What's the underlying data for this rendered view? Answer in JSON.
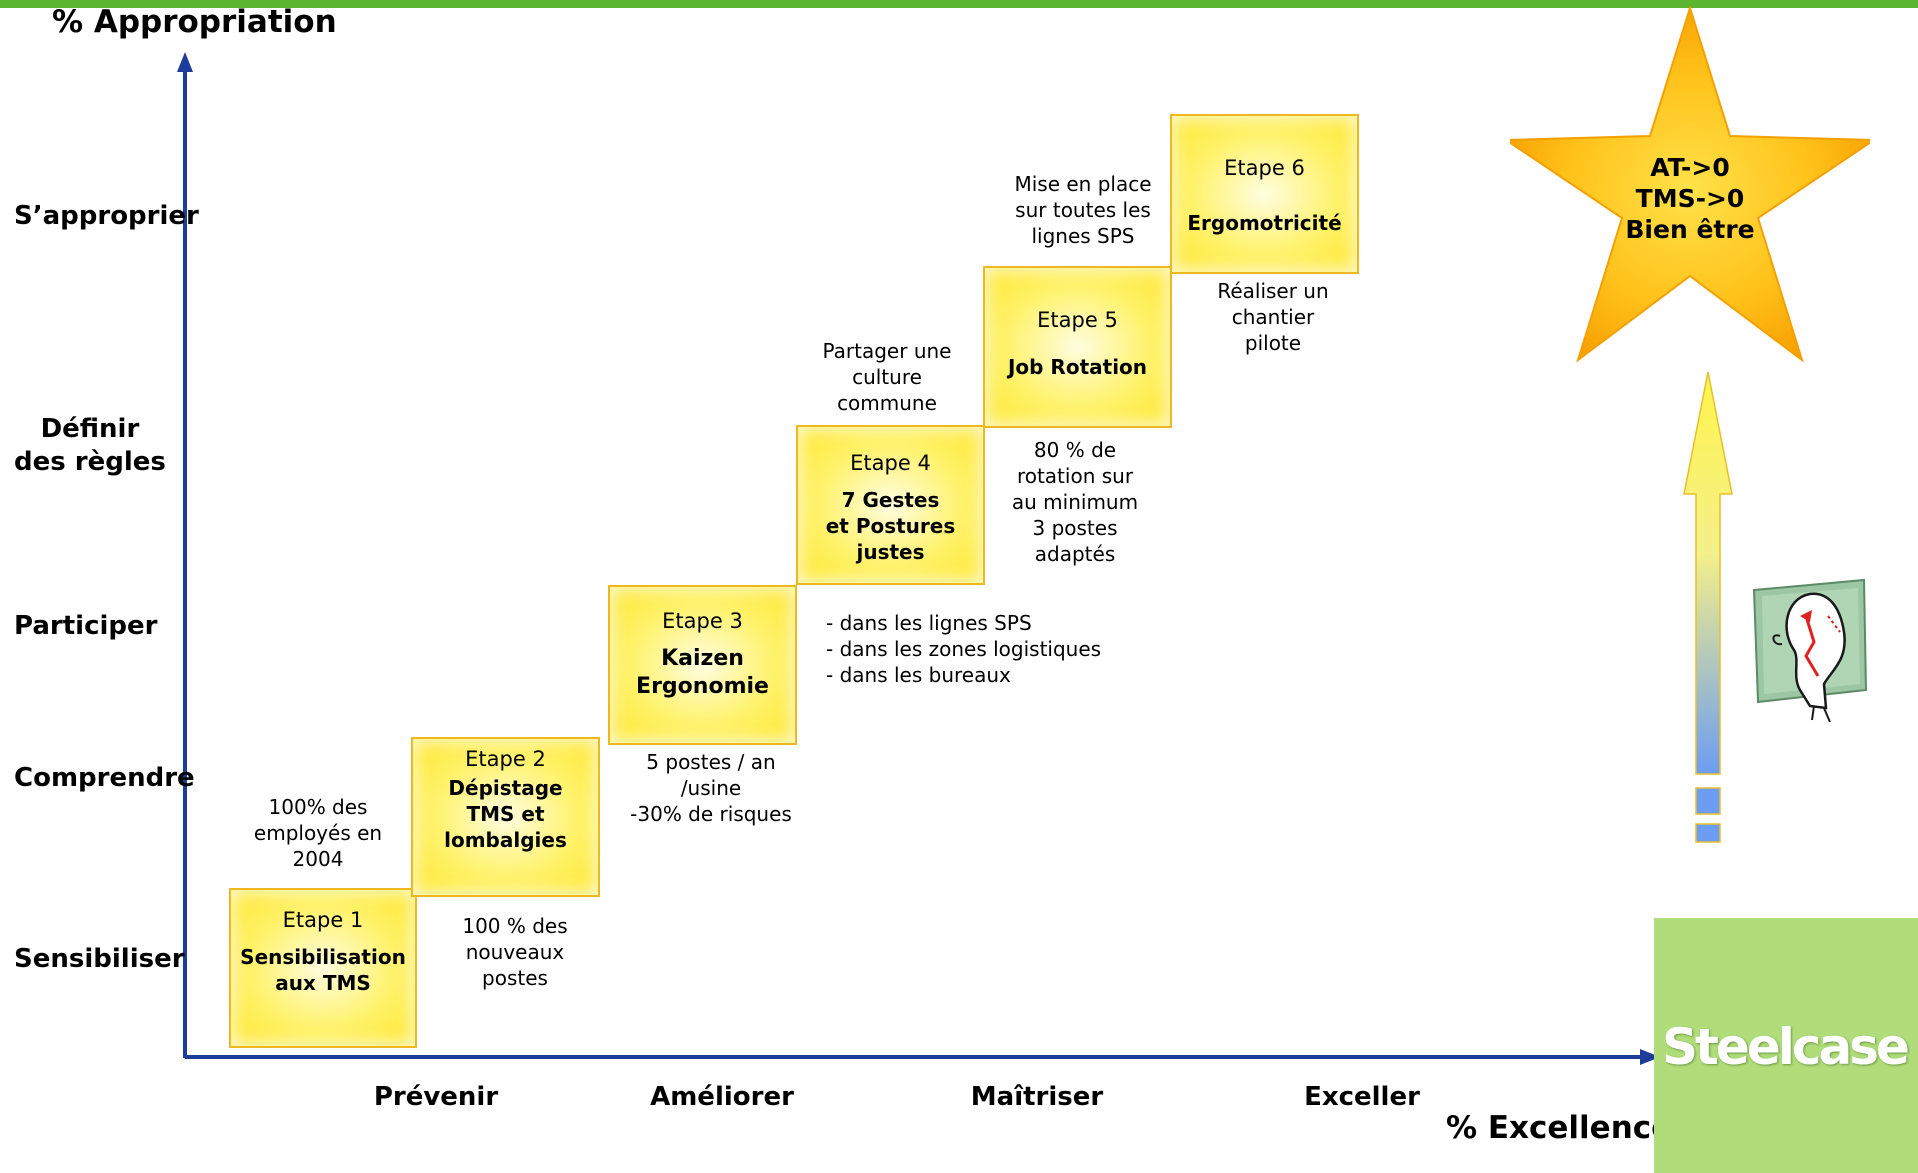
{
  "colors": {
    "top_bar": "#5cb531",
    "axis": "#1e3c9a",
    "box_border": "#f0b820",
    "box_fill": "#ffef50",
    "star_fill": "#ffc21a",
    "logo_bg": "#b0dc7a"
  },
  "axes": {
    "y_title": "% Appropriation",
    "x_title": "% Excellence",
    "y_levels": [
      "Sensibiliser",
      "Comprendre",
      "Participer",
      "Définir\ndes règles",
      "S’approprier"
    ],
    "x_levels": [
      "Prévenir",
      "Améliorer",
      "Maîtriser",
      "Exceller"
    ]
  },
  "steps": [
    {
      "etape": "Etape 1",
      "name": "Sensibilisation\naux TMS"
    },
    {
      "etape": "Etape 2",
      "name": "Dépistage\nTMS et\nlombalgies"
    },
    {
      "etape": "Etape 3",
      "name": "Kaizen\nErgonomie"
    },
    {
      "etape": "Etape 4",
      "name": "7 Gestes\net Postures\njustes"
    },
    {
      "etape": "Etape 5",
      "name": "Job Rotation"
    },
    {
      "etape": "Etape 6",
      "name": "Ergomotricité"
    }
  ],
  "notes": {
    "n1": "100% des\nemployés en\n2004",
    "n2": "100 % des\nnouveaux\npostes",
    "n3": "5 postes / an\n/usine\n-30% de risques",
    "n4": "- dans les lignes SPS\n- dans les zones logistiques\n- dans les bureaux",
    "n5": "Partager une\nculture\ncommune",
    "n6": "80 % de\nrotation sur\nau minimum\n3 postes\nadaptés",
    "n7": "Mise en place\nsur toutes les\nlignes SPS",
    "n8": "Réaliser un\nchantier\npilote"
  },
  "star": {
    "line1": "AT->0",
    "line2": "TMS->0",
    "line3": "Bien être"
  },
  "icons": {
    "illustration": "posture-figure-icon",
    "arrow": "up-arrow-icon"
  },
  "logo": {
    "text": "Steelcase"
  }
}
